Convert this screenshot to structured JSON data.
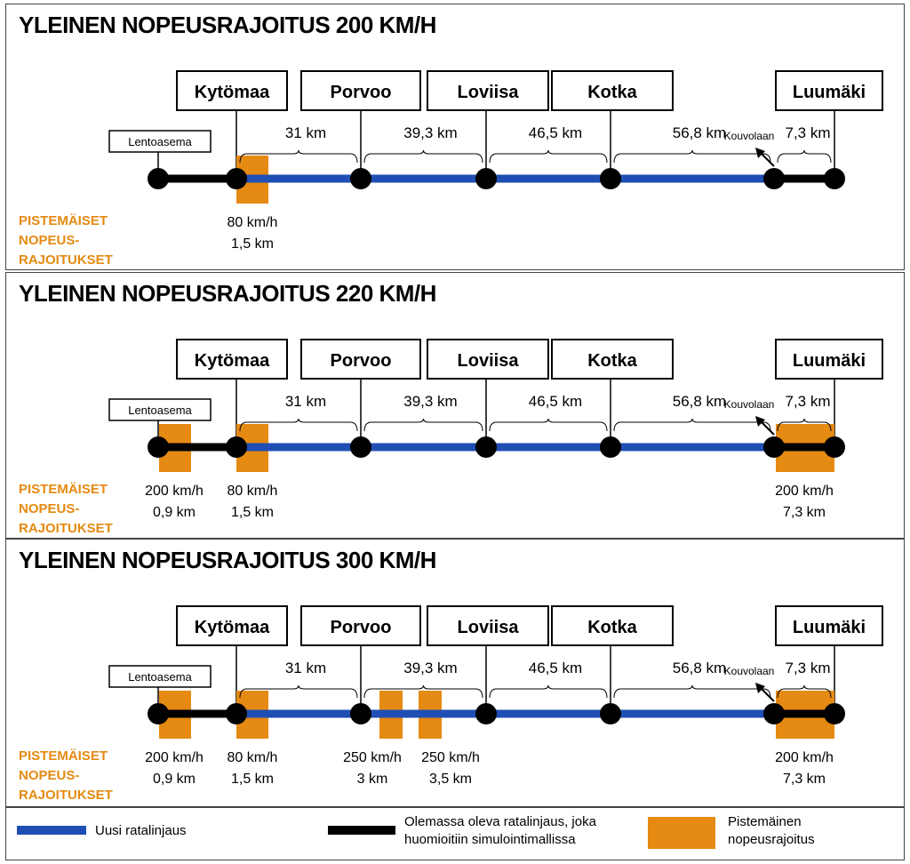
{
  "panels": [
    {
      "title": "YLEINEN NOPEUSRAJOITUS 200 KM/H",
      "restrictions_label": [
        "PISTEMÄISET",
        "NOPEUS-",
        "RAJOITUKSET"
      ],
      "restrictions": [
        {
          "speed": "80 km/h",
          "length": "1,5 km"
        }
      ]
    },
    {
      "title": "YLEINEN NOPEUSRAJOITUS 220 KM/H",
      "restrictions_label": [
        "PISTEMÄISET",
        "NOPEUS-",
        "RAJOITUKSET"
      ],
      "restrictions": [
        {
          "speed": "200 km/h",
          "length": "0,9 km"
        },
        {
          "speed": "80 km/h",
          "length": "1,5 km"
        },
        {
          "speed": "200 km/h",
          "length": "7,3 km"
        }
      ]
    },
    {
      "title": "YLEINEN NOPEUSRAJOITUS 300 KM/H",
      "restrictions_label": [
        "PISTEMÄISET",
        "NOPEUS-",
        "RAJOITUKSET"
      ],
      "restrictions": [
        {
          "speed": "200 km/h",
          "length": "0,9 km"
        },
        {
          "speed": "80 km/h",
          "length": "1,5 km"
        },
        {
          "speed": "250 km/h",
          "length": "3 km"
        },
        {
          "speed": "250 km/h",
          "length": "3,5 km"
        },
        {
          "speed": "200 km/h",
          "length": "7,3 km"
        }
      ]
    }
  ],
  "stations": [
    "Kytömaa",
    "Porvoo",
    "Loviisa",
    "Kotka",
    "Luumäki"
  ],
  "airport_label": "Lentoasema",
  "distances": [
    "31 km",
    "39,3 km",
    "46,5 km",
    "56,8 km",
    "7,3 km"
  ],
  "branch_label": "Kouvolaan",
  "legend": {
    "new_line": "Uusi ratalinjaus",
    "existing_line": "Olemassa oleva ratalinjaus, joka huomioitiin simulointimallissa",
    "point_restriction": "Pistemäinen nopeusrajoitus"
  },
  "colors": {
    "new_line": "#1f4fb4",
    "existing_line": "#000000",
    "restriction": "#e58a12",
    "restriction_text": "#e58a12"
  }
}
